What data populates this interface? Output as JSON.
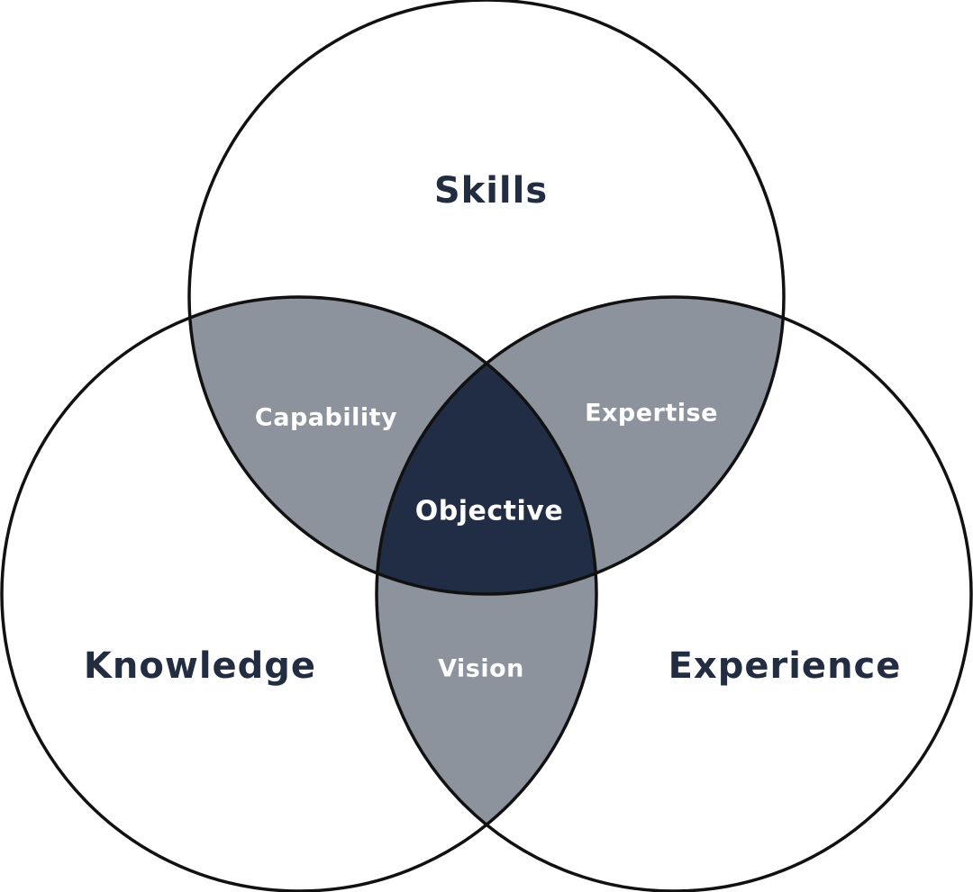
{
  "diagram": {
    "type": "venn-3",
    "sets": {
      "top": "Skills",
      "left": "Knowledge",
      "right": "Experience"
    },
    "overlaps": {
      "top_left": "Capability",
      "top_right": "Expertise",
      "left_right": "Vision"
    },
    "center": "Objective",
    "colors": {
      "background": "#ffffff",
      "outline": "#111111",
      "set_text": "#222d42",
      "overlap_fill": "#8c939d",
      "center_fill": "#212d44",
      "overlap_text": "#ffffff"
    }
  }
}
